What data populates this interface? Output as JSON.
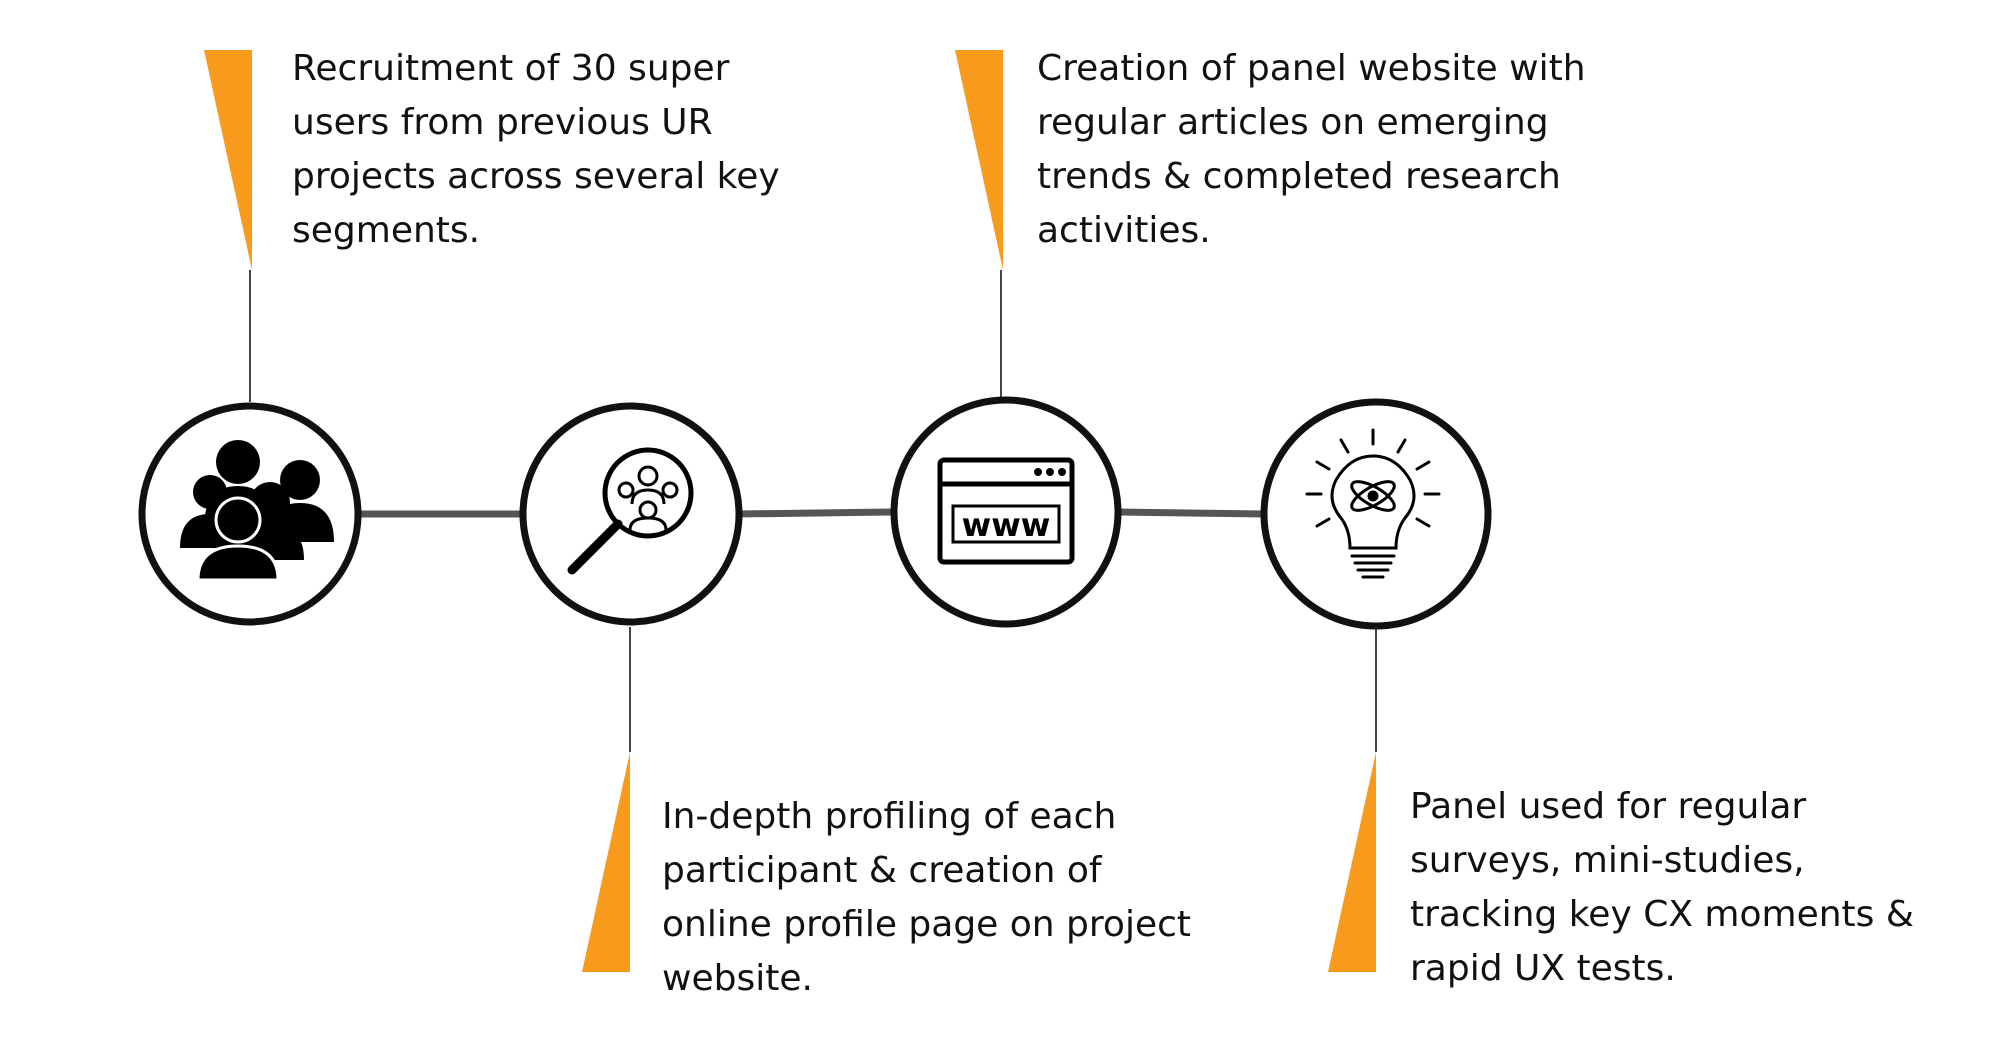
{
  "colors": {
    "accent": "#f89a1c",
    "outline": "#111111",
    "connector": "#555555",
    "leader": "#444444"
  },
  "steps": [
    {
      "icon": "people-group-icon",
      "text": "Recruitment of 30 super users from previous UR projects across several key segments."
    },
    {
      "icon": "magnifier-people-icon",
      "text": "In-depth profiling of each participant & creation of online profile page on project website."
    },
    {
      "icon": "browser-www-icon",
      "text": "Creation of panel website with regular articles on emerging trends & completed research activities.",
      "icon_label": "www"
    },
    {
      "icon": "lightbulb-atom-icon",
      "text": "Panel used for regular surveys, mini-studies, tracking key CX moments & rapid UX tests."
    }
  ]
}
